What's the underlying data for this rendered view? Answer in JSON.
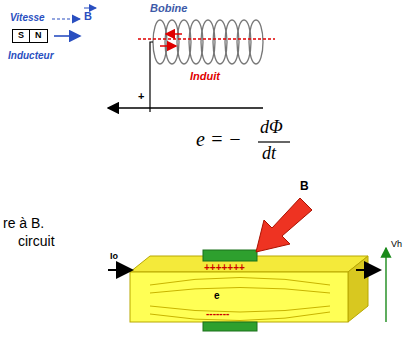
{
  "diagram": {
    "nodes": [
      {
        "text": [
          "S",
          "N"
        ]
      }
    ],
    "labels": [
      "Vitesse",
      "B",
      "Inducteur",
      "Bobine",
      "Induit",
      "+",
      "e = −",
      "dΦ",
      "dt",
      "re à B.",
      "circuit",
      "B",
      "Io",
      "Vh",
      "+++++++",
      "e",
      "-------"
    ]
  }
}
